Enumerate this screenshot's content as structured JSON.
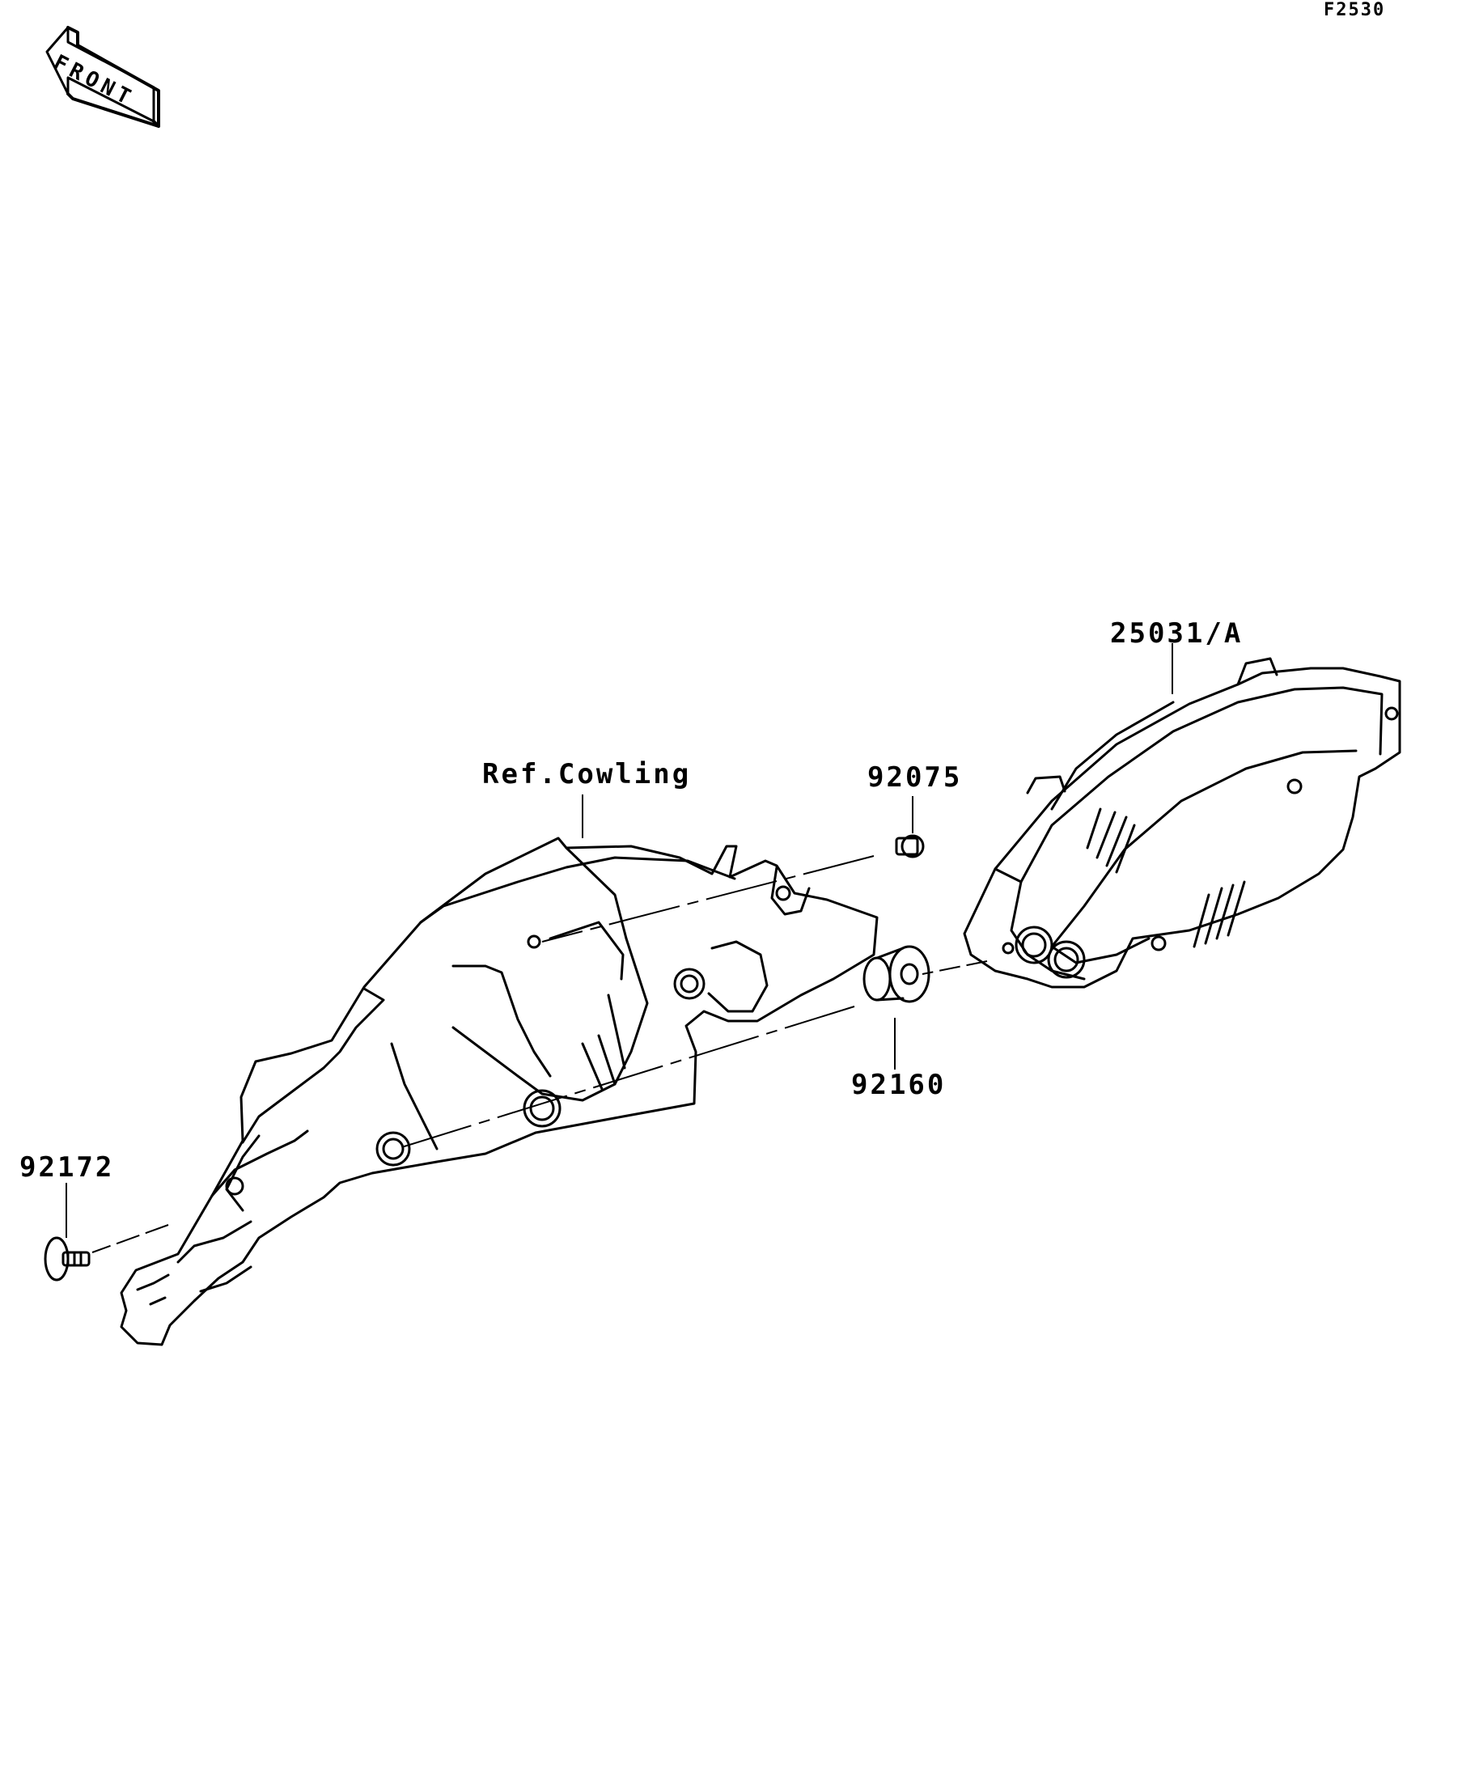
{
  "diagram": {
    "figure_code": "F2530",
    "front_label": "FRONT",
    "parts": {
      "gauge": "25031/A",
      "cowling": "Ref.Cowling",
      "grommet_small": "92075",
      "damper": "92160",
      "clip": "92172"
    }
  }
}
